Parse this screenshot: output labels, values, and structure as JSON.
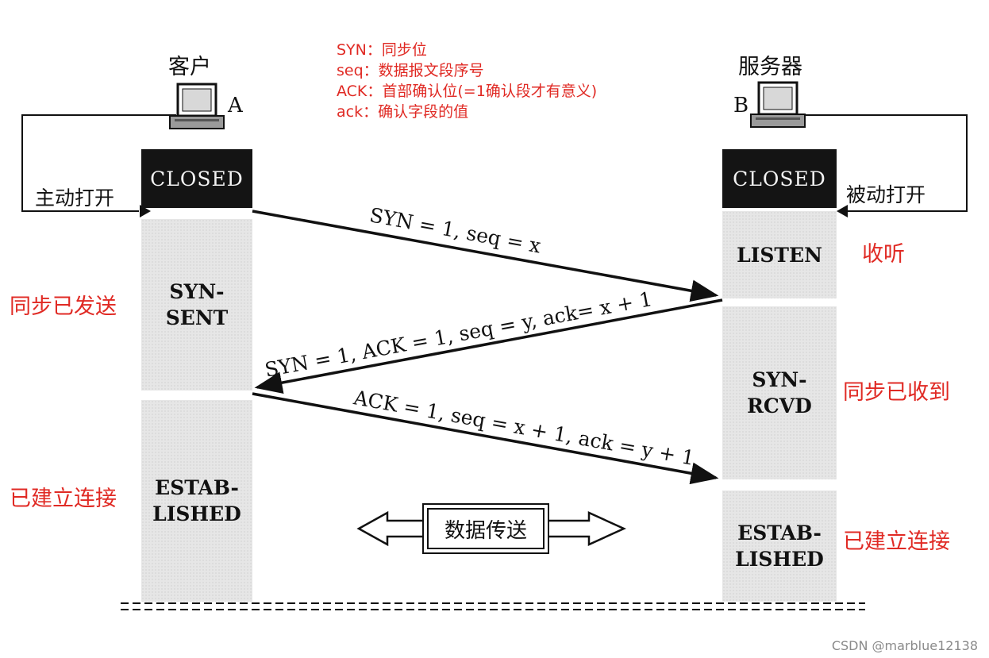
{
  "legend": [
    "SYN：同步位",
    "seq：数据报文段序号",
    "ACK：首部确认位(=1确认段才有意义)",
    "ack：确认字段的值"
  ],
  "client": {
    "title": "客户",
    "tag": "A",
    "open_label": "主动打开",
    "states": [
      "CLOSED",
      "SYN-\nSENT",
      "ESTAB-\nLISHED"
    ],
    "notes": [
      "同步已发送",
      "已建立连接"
    ]
  },
  "server": {
    "title": "服务器",
    "tag": "B",
    "open_label": "被动打开",
    "states": [
      "CLOSED",
      "LISTEN",
      "SYN-\nRCVD",
      "ESTAB-\nLISHED"
    ],
    "notes": [
      "收听",
      "同步已收到",
      "已建立连接"
    ]
  },
  "messages": [
    "SYN = 1, seq = x",
    "SYN = 1, ACK = 1, seq = y, ack= x + 1",
    "ACK = 1, seq = x + 1, ack = y + 1"
  ],
  "data_transfer": "数据传送",
  "watermark": "CSDN @marblue12138",
  "colors": {
    "annotation": "#e02a24",
    "state_fill": "#e6e6e6",
    "closed_fill": "#141414"
  }
}
